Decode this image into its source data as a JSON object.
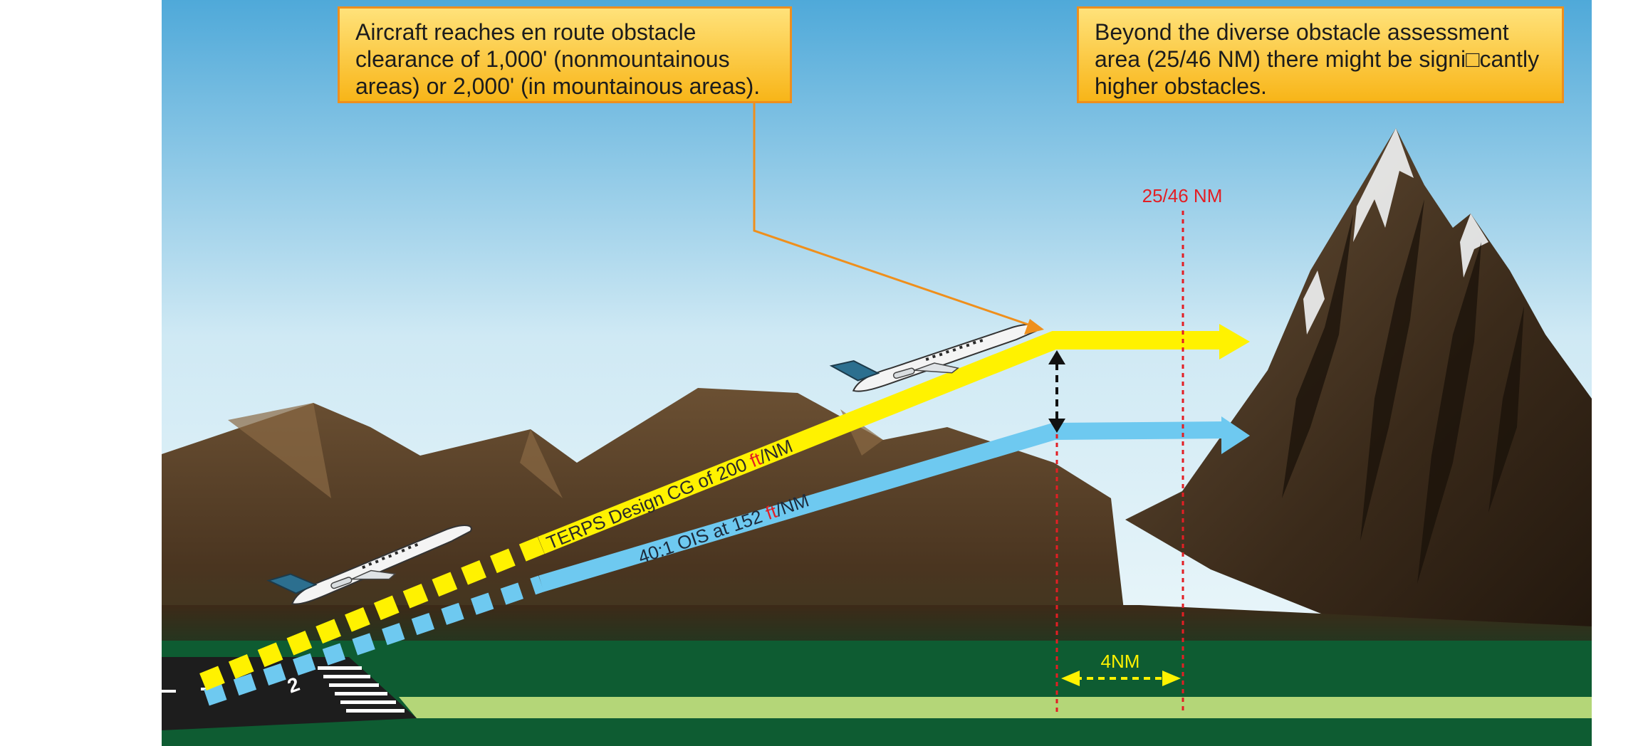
{
  "callouts": {
    "en_route": "Aircraft reaches en route obstacle\nclearance of 1,000' (nonmountainous\nareas) or 2,000' (in mountainous areas).",
    "beyond_area": "Beyond the diverse obstacle assessment\narea (25/46 NM) there might be signi□cantly\nhigher obstacles."
  },
  "labels": {
    "distance_marker": "25/46 NM",
    "span_marker": "4NM",
    "terps_prefix": "TERPS Design CG of 200 ",
    "terps_unit_ft": "ft",
    "terps_unit_nm": "/NM",
    "ois_prefix": "40:1 OIS at 152 ",
    "ois_unit_ft": "ft",
    "ois_unit_nm": "/NM",
    "runway_number": "2"
  },
  "colors": {
    "sky_top": "#4fa9d9",
    "sky_bottom": "#e8f5fa",
    "terps_path": "#fff200",
    "ois_path": "#6ec9f0",
    "marker_red": "#e31e24",
    "callout_border": "#ef8f1c",
    "grass": "#0e5c32",
    "runway_strip": "#b4d678"
  }
}
